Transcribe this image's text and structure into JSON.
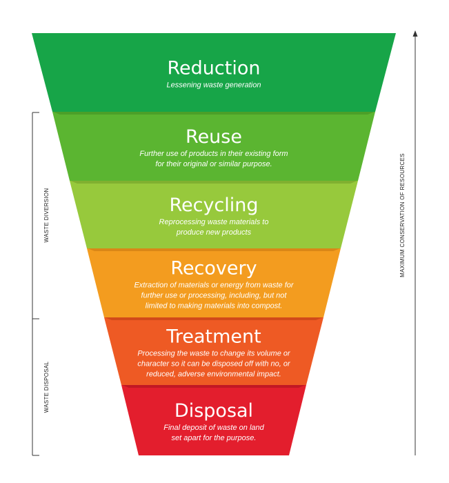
{
  "tiers": [
    {
      "title": "Reduction",
      "lines": [
        "Lessening waste generation"
      ],
      "color": "#17A548",
      "shadow": "#0E7A33"
    },
    {
      "title": "Reuse",
      "lines": [
        "Further use of products in their existing form",
        "for their original or similar purpose."
      ],
      "color": "#5BB531",
      "shadow": "#3F8C20"
    },
    {
      "title": "Recycling",
      "lines": [
        "Reprocessing waste materials to",
        "produce new products"
      ],
      "color": "#97C93C",
      "shadow": "#6E9A26"
    },
    {
      "title": "Recovery",
      "lines": [
        "Extraction of materials or energy from waste for",
        "further use or processing, including, but not",
        "limited to making materials into compost."
      ],
      "color": "#F39C1F",
      "shadow": "#C47711"
    },
    {
      "title": "Treatment",
      "lines": [
        "Processing the waste to change its volume or",
        "character so it can be disposed off with no, or",
        "reduced, adverse environmental impact."
      ],
      "color": "#EE5A24",
      "shadow": "#B93E12"
    },
    {
      "title": "Disposal",
      "lines": [
        "Final deposit of waste on land",
        "set apart for the purpose."
      ],
      "color": "#E31E2D",
      "shadow": "#A8121D"
    }
  ],
  "left_labels": {
    "waste_diversion": "WASTE DIVERSION",
    "waste_disposal": "WASTE DISPOSAL"
  },
  "right_label": "MAXIMUM CONSERVATION OF RESOURCES"
}
